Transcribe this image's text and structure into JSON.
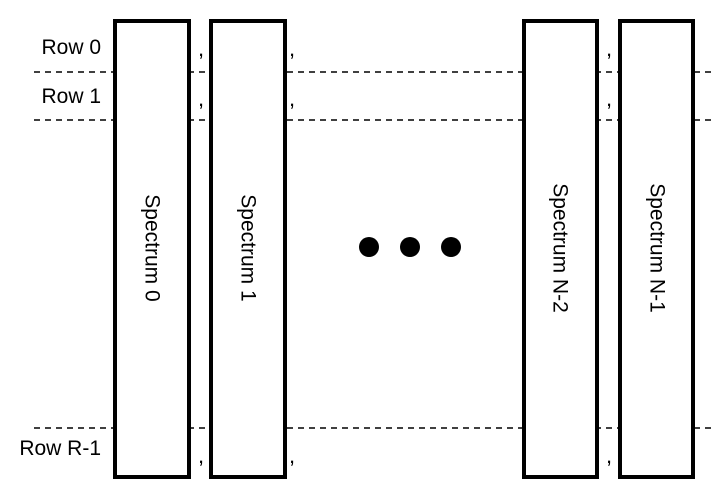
{
  "rows": {
    "labels": [
      "Row 0",
      "Row 1",
      "Row R-1"
    ]
  },
  "spectra": {
    "labels": [
      "Spectrum 0",
      "Spectrum 1",
      "Spectrum N-2",
      "Spectrum N-1"
    ]
  },
  "separator": ",",
  "ellipsis_dots": 3
}
